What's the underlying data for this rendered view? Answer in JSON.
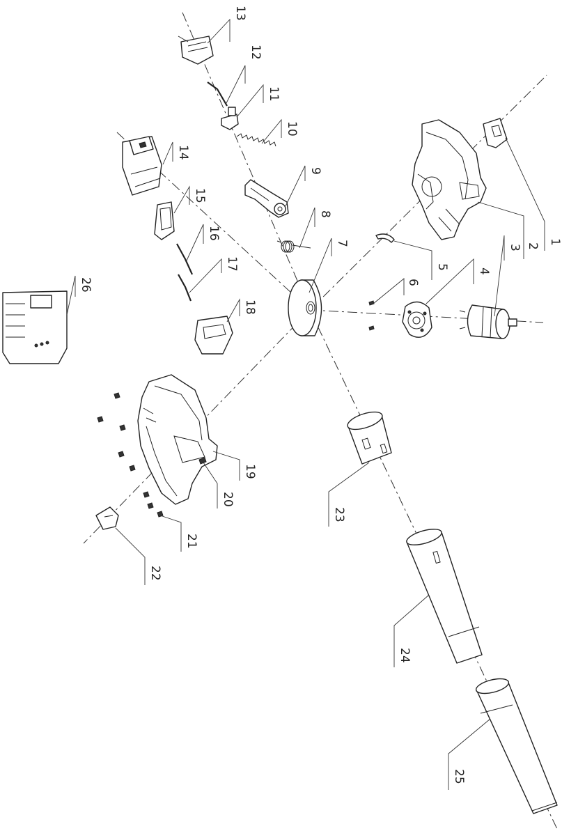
{
  "diagram": {
    "part_numbers": [
      "1",
      "2",
      "3",
      "4",
      "5",
      "6",
      "7",
      "8",
      "9",
      "10",
      "11",
      "12",
      "13",
      "14",
      "15",
      "16",
      "17",
      "18",
      "19",
      "20",
      "21",
      "22",
      "23",
      "24",
      "25",
      "26"
    ]
  }
}
